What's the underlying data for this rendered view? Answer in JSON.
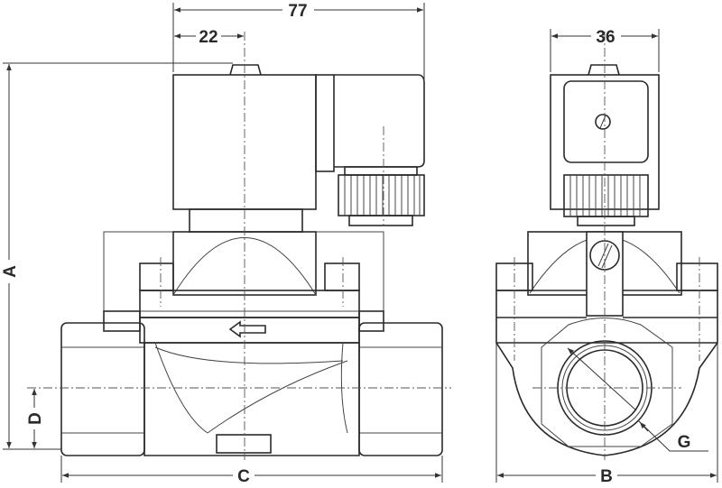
{
  "dimensions": {
    "overall_width": "77",
    "coil_offset": "22",
    "coil_depth": "36",
    "height": "A",
    "axis_height": "D",
    "length": "C",
    "width": "B",
    "thread": "G"
  },
  "colors": {
    "line": "#2a2a2a",
    "background": "#ffffff"
  }
}
